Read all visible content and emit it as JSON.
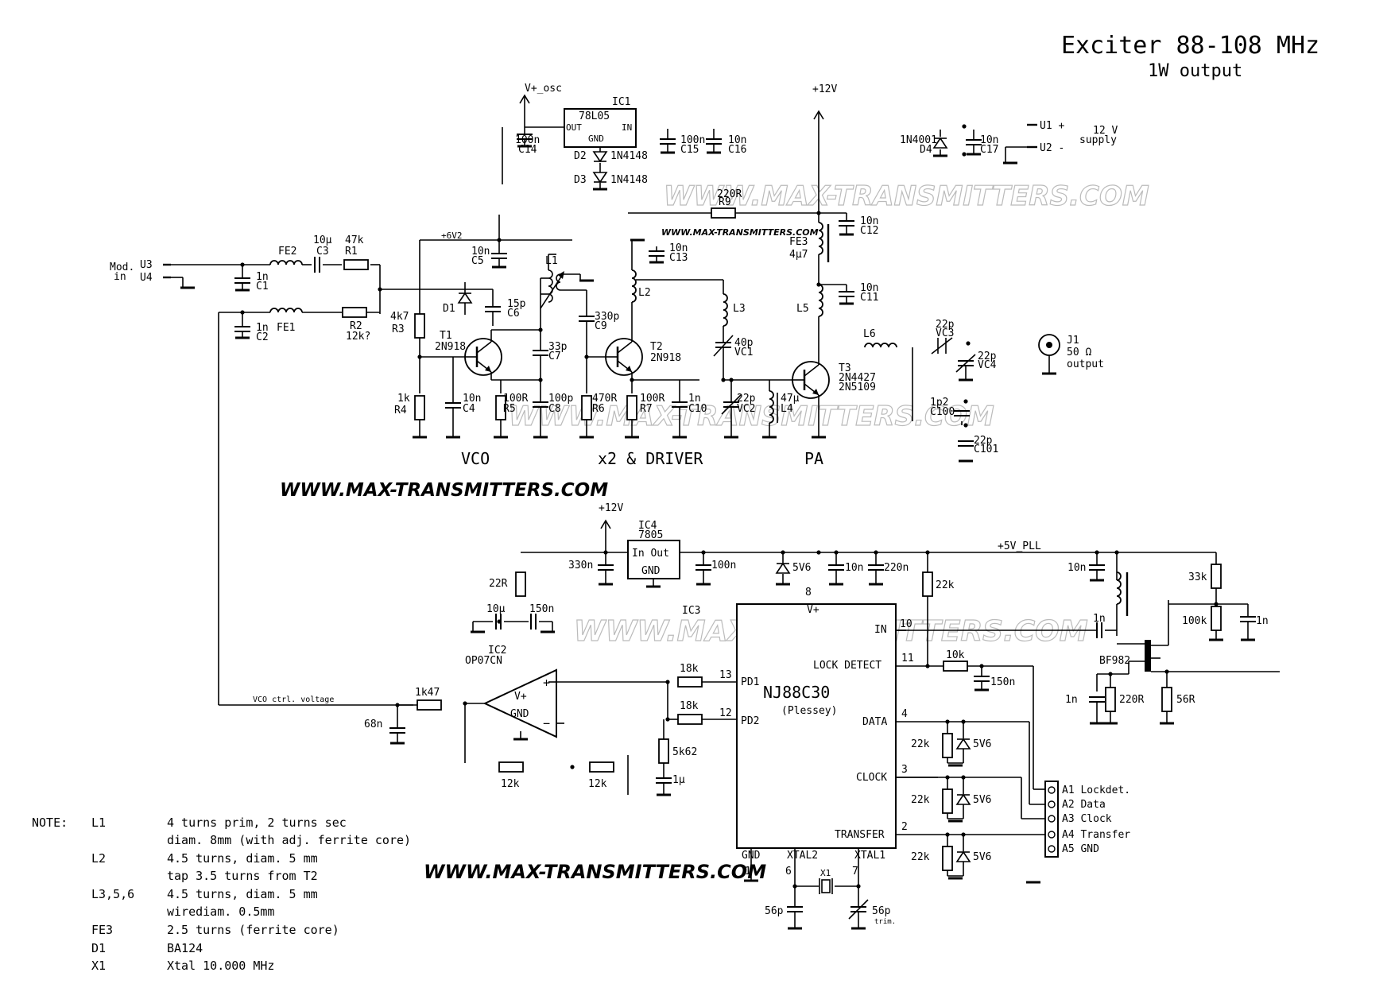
{
  "title": {
    "main": "Exciter 88-108 MHz",
    "sub": "1W output"
  },
  "watermark": "WWW.MAX-TRANSMITTERS.COM",
  "sections": {
    "vco": "VCO",
    "driver": "x2 & DRIVER",
    "pa": "PA"
  },
  "rails": {
    "osc": "V+_osc",
    "p12_top": "+12V",
    "p12_pll": "+12V",
    "v6": "+6V2",
    "pll5": "+5V_PLL"
  },
  "supply": {
    "u1": "U1 +",
    "u2": "U2 -",
    "label1": "12 V",
    "label2": "supply",
    "d4a": "1N4001",
    "d4b": "D4",
    "c17a": "10n",
    "c17b": "C17"
  },
  "mod": {
    "l1": "Mod.",
    "l2": "in",
    "u3": "U3",
    "u4": "U4"
  },
  "output": {
    "j1": "J1",
    "ohm": "50 Ω",
    "out": "output"
  },
  "components": {
    "ic1": "IC1",
    "ic1v": "78L05",
    "ic1out": "OUT",
    "ic1in": "IN",
    "ic1gnd": "GND",
    "c14a": "100n",
    "c14b": "C14",
    "d2": "D2",
    "d2v": "1N4148",
    "d3": "D3",
    "d3v": "1N4148",
    "c15a": "100n",
    "c15b": "C15",
    "c16a": "10n",
    "c16b": "C16",
    "r9a": "220R",
    "r9b": "R9",
    "c12a": "10n",
    "c12b": "C12",
    "fe3a": "FE3",
    "fe3b": "4µ7",
    "c11a": "10n",
    "c11b": "C11",
    "l5": "L5",
    "l6": "L6",
    "vc3a": "22p",
    "vc3b": "VC3",
    "vc4a": "22p",
    "vc4b": "VC4",
    "t3": "T3",
    "t3a": "2N4427",
    "t3b": "2N5109",
    "c100a": "1p2",
    "c100b": "C100",
    "c101a": "22p",
    "c101b": "C101",
    "c13a": "10n",
    "c13b": "C13",
    "l2": "L2",
    "l3": "L3",
    "vc1a": "40p",
    "vc1b": "VC1",
    "l1": "L1",
    "c5a": "10n",
    "c5b": "C5",
    "c6a": "15p",
    "c6b": "C6",
    "d1": "D1",
    "c9a": "330p",
    "c9b": "C9",
    "c7a": "33p",
    "c7b": "C7",
    "t1": "T1",
    "t1v": "2N918",
    "t2": "T2",
    "t2v": "2N918",
    "fe2": "FE2",
    "fe1": "FE1",
    "c3a": "10µ",
    "c3b": "C3",
    "r1a": "47k",
    "r1b": "R1",
    "r2a": "R2",
    "r2b": "12k?",
    "c1a": "1n",
    "c1b": "C1",
    "c2a": "1n",
    "c2b": "C2",
    "r3a": "4k7",
    "r3b": "R3",
    "r4a": "1k",
    "r4b": "R4",
    "c4a": "10n",
    "c4b": "C4",
    "r5a": "100R",
    "r5b": "R5",
    "c8a": "100p",
    "c8b": "C8",
    "r6a": "470R",
    "r6b": "R6",
    "r7a": "100R",
    "r7b": "R7",
    "c10a": "1n",
    "c10b": "C10",
    "vc2a": "22p",
    "vc2b": "VC2",
    "l4a": "47µ",
    "l4b": "L4",
    "ic4": "IC4",
    "ic4v": "7805",
    "ic4io": "In Out",
    "ic4gnd": "GND",
    "c330": "330n",
    "c100n": "100n",
    "z5v6": "5V6",
    "c10n": "10n",
    "c220n": "220n",
    "r22k": "22k",
    "c10n2": "10n",
    "r33k": "33k",
    "r100k": "100k",
    "c1n": "1n",
    "r22r": "22R",
    "c10u": "10µ",
    "c150n": "150n",
    "ic3": "IC3",
    "ic3v": "NJ88C30",
    "ic3m": "(Plessey)",
    "p8": "8",
    "vplus": "V+",
    "p10": "10",
    "fin": "IN",
    "p11": "11",
    "lock": "LOCK DETECT",
    "p13": "13",
    "pd1": "PD1",
    "p12": "12",
    "pd2": "PD2",
    "p4": "4",
    "data": "DATA",
    "p3": "3",
    "clock": "CLOCK",
    "p2": "2",
    "transfer": "TRANSFER",
    "p1": "1",
    "gnd": "GND",
    "p6": "6",
    "xtal2": "XTAL2",
    "p7": "7",
    "xtal1": "XTAL1",
    "x1": "X1",
    "c56a": "56p",
    "c56b": "56p",
    "trim": "trim.",
    "r18k1": "18k",
    "r18k2": "18k",
    "r5k62": "5k62",
    "c1u": "1µ",
    "ic2": "IC2",
    "ic2v": "OP07CN",
    "ic2vp": "V+",
    "ic2gnd": "GND",
    "plus": "+",
    "minus": "−",
    "r1k47": "1k47",
    "c68n": "68n",
    "vco_ctrl": "VCO ctrl. voltage",
    "r12k1": "12k",
    "r12k2": "12k",
    "r10k": "10k",
    "c150n2": "150n",
    "c1n2": "1n",
    "bf982": "BF982",
    "c1n3": "1n",
    "r220r": "220R",
    "r56r": "56R",
    "r22k_a": "22k",
    "z_a": "5V6",
    "r22k_b": "22k",
    "z_b": "5V6",
    "r22k_c": "22k",
    "z_c": "5V6",
    "c1n_in": "1n"
  },
  "connector": [
    "A1 Lockdet.",
    "A2 Data",
    "A3 Clock",
    "A4 Transfer",
    "A5 GND"
  ],
  "notes": {
    "label": "NOTE:",
    "rows": [
      {
        "ref": "L1",
        "text": "4 turns prim, 2 turns sec"
      },
      {
        "ref": "",
        "text": "diam. 8mm (with adj. ferrite core)"
      },
      {
        "ref": "L2",
        "text": "4.5 turns, diam. 5 mm"
      },
      {
        "ref": "",
        "text": "tap 3.5 turns from T2"
      },
      {
        "ref": "L3,5,6",
        "text": "4.5 turns, diam. 5 mm"
      },
      {
        "ref": "",
        "text": "wirediam. 0.5mm"
      },
      {
        "ref": "FE3",
        "text": "2.5 turns (ferrite core)"
      },
      {
        "ref": "D1",
        "text": "BA124"
      },
      {
        "ref": "X1",
        "text": "Xtal 10.000 MHz"
      }
    ]
  }
}
